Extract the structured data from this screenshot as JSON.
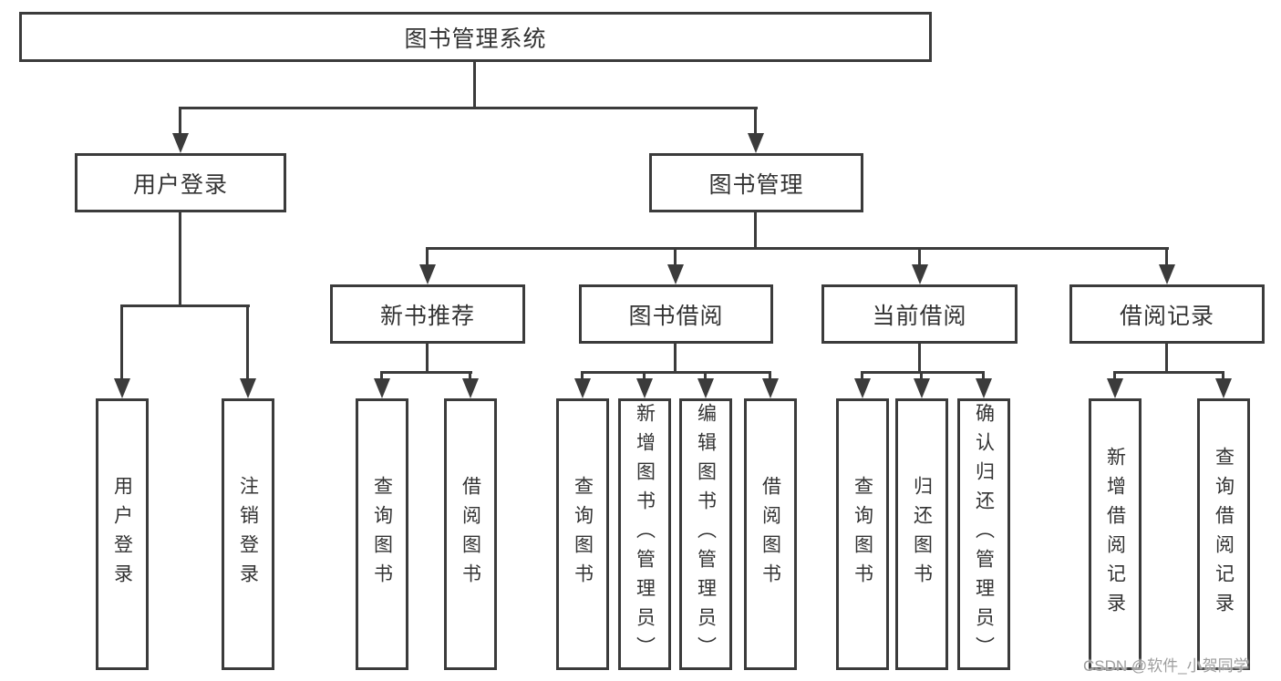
{
  "diagram": {
    "type": "hierarchy-tree",
    "orientation": "top-down"
  },
  "tree": {
    "label": "图书管理系统",
    "children": [
      {
        "label": "用户登录",
        "children": [
          {
            "label": "用户登录"
          },
          {
            "label": "注销登录"
          }
        ]
      },
      {
        "label": "图书管理",
        "children": [
          {
            "label": "新书推荐",
            "children": [
              {
                "label": "查询图书"
              },
              {
                "label": "借阅图书"
              }
            ]
          },
          {
            "label": "图书借阅",
            "children": [
              {
                "label": "查询图书"
              },
              {
                "label": "新增图书（管理员）"
              },
              {
                "label": "编辑图书（管理员）"
              },
              {
                "label": "借阅图书"
              }
            ]
          },
          {
            "label": "当前借阅",
            "children": [
              {
                "label": "查询图书"
              },
              {
                "label": "归还图书"
              },
              {
                "label": "确认归还（管理员）"
              }
            ]
          },
          {
            "label": "借阅记录",
            "children": [
              {
                "label": "新增借阅记录"
              },
              {
                "label": "查询借阅记录"
              }
            ]
          }
        ]
      }
    ]
  },
  "watermark": {
    "text": "CSDN @软件_小贺同学"
  },
  "colors": {
    "line": "#3b3b3b",
    "box_border": "#3b3b3b",
    "box_fill": "#ffffff",
    "text": "#333333",
    "watermark_text": "#9e9e9e",
    "background": "#ffffff"
  }
}
